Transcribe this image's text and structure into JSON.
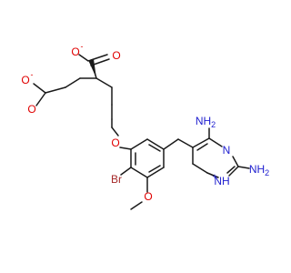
{
  "molecule": {
    "atoms": {
      "o1": {
        "label": "O",
        "charge": "-",
        "color": "#e00000"
      },
      "o2": {
        "label": "O",
        "color": "#e00000"
      },
      "o3": {
        "label": "O",
        "charge": "-",
        "color": "#e00000"
      },
      "o4": {
        "label": "O",
        "color": "#e00000"
      },
      "o_ether": {
        "label": "O",
        "color": "#e00000"
      },
      "br": {
        "label": "Br",
        "color": "#a62929"
      },
      "o_methoxy": {
        "label": "O",
        "color": "#e00000"
      },
      "nh2_top": {
        "label": "NH",
        "sub": "2",
        "color": "#2020d0"
      },
      "n_ring": {
        "label": "N",
        "color": "#2020d0"
      },
      "nh2_right": {
        "label": "NH",
        "sub": "2",
        "color": "#2020d0"
      },
      "nh_ring": {
        "label": "NH",
        "charge": "+",
        "color": "#2020d0"
      }
    }
  }
}
